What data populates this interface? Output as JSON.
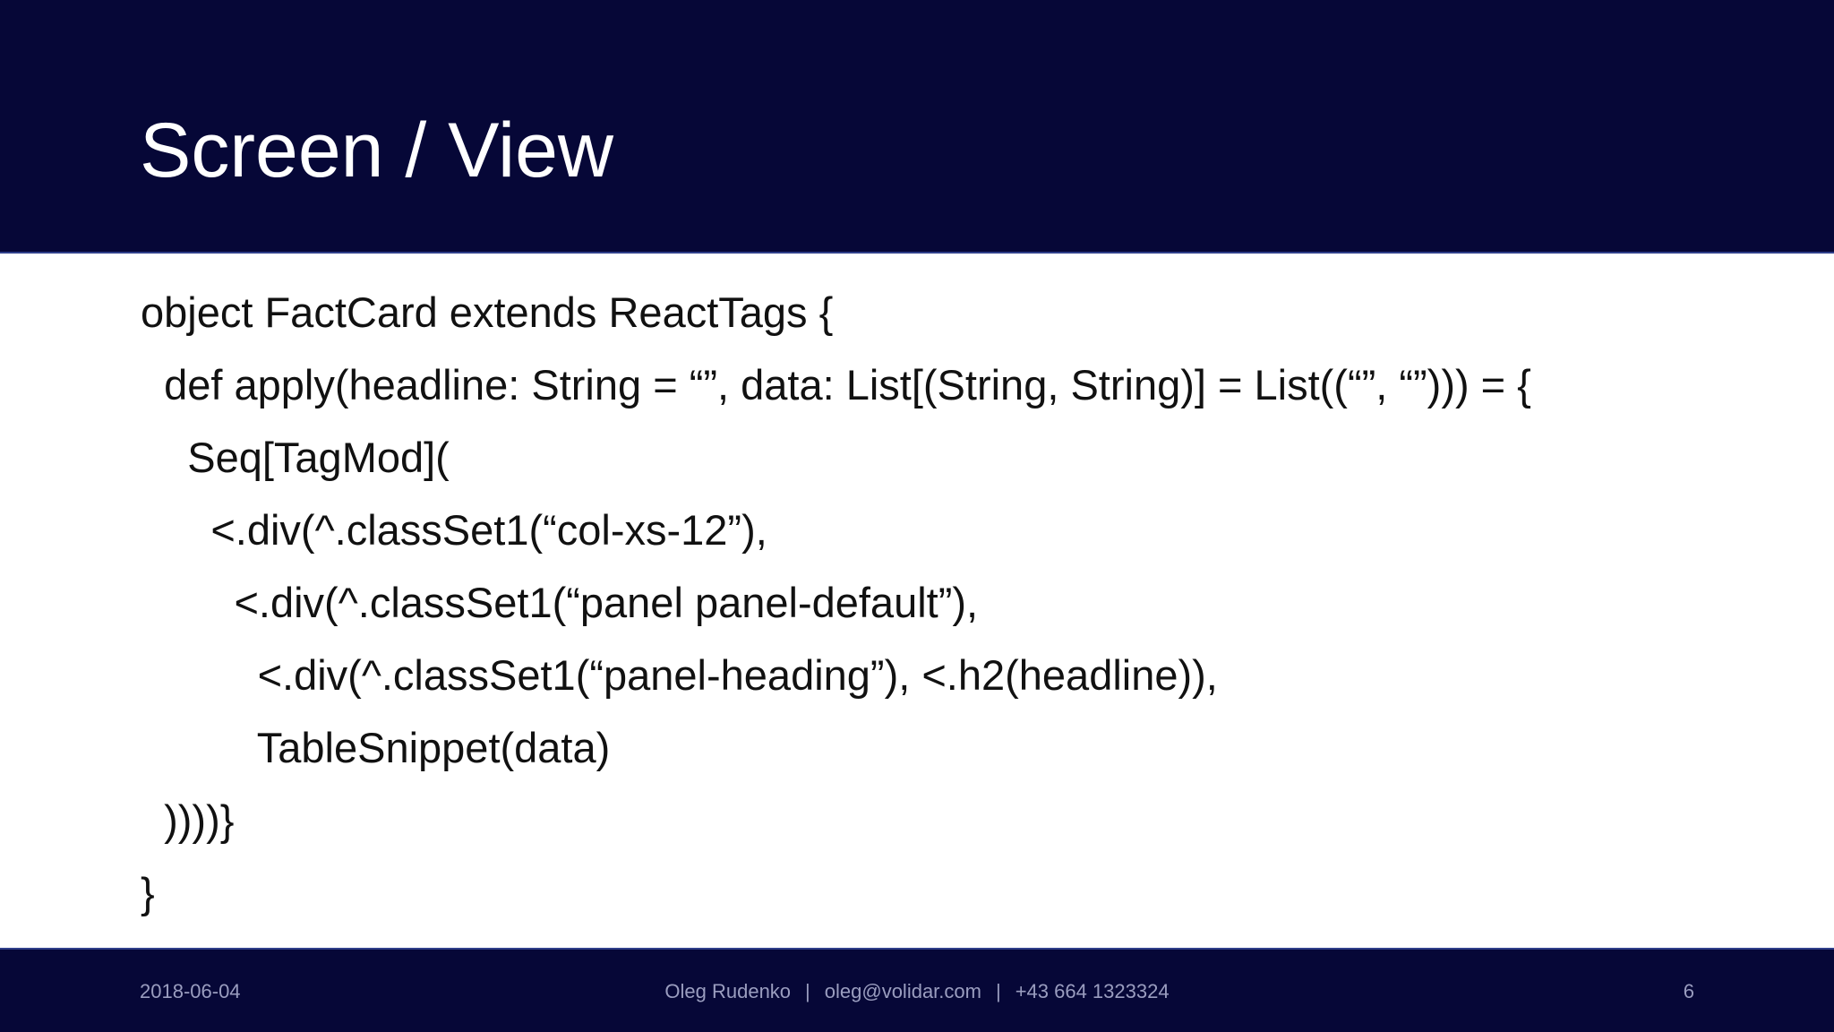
{
  "slide": {
    "title": "Screen / View",
    "code_lines": [
      "object FactCard extends ReactTags {",
      "  def apply(headline: String = “”, data: List[(String, String)] = List((“”, “”))) = {",
      "    Seq[TagMod](",
      "      <.div(^.classSet1(“col-xs-12”),",
      "        <.div(^.classSet1(“panel panel-default”),",
      "          <.div(^.classSet1(“panel-heading”), <.h2(headline)),",
      "          TableSnippet(data)",
      "  ))))}",
      "}"
    ]
  },
  "footer": {
    "date": "2018-06-04",
    "author": "Oleg Rudenko",
    "separator": "|",
    "email": "oleg@volidar.com",
    "phone": "+43 664 1323324",
    "page_number": "6"
  },
  "colors": {
    "bar_background": "#060737",
    "bar_border": "#2f3f8a",
    "footer_text": "#9a9dbf",
    "title_text": "#ffffff",
    "body_text": "#111111"
  }
}
